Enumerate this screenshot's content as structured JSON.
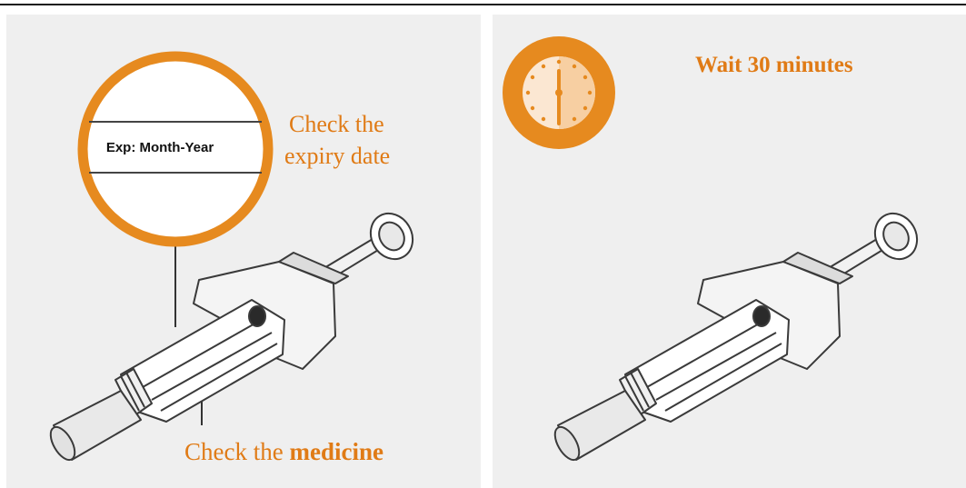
{
  "panels": {
    "left": {
      "label_box_text": "Exp: Month-Year",
      "expiry_caption_line1": "Check the",
      "expiry_caption_line2": "expiry date",
      "medicine_caption_prefix": "Check the",
      "medicine_caption_bold": "medicine"
    },
    "right": {
      "wait_caption": "Wait 30 minutes"
    }
  },
  "colors": {
    "accent_orange": "#e68a1f",
    "panel_background": "#efefef",
    "outline": "#3a3a3a"
  },
  "icons": [
    "magnifier-callout",
    "prefilled-syringe",
    "clock-icon"
  ]
}
